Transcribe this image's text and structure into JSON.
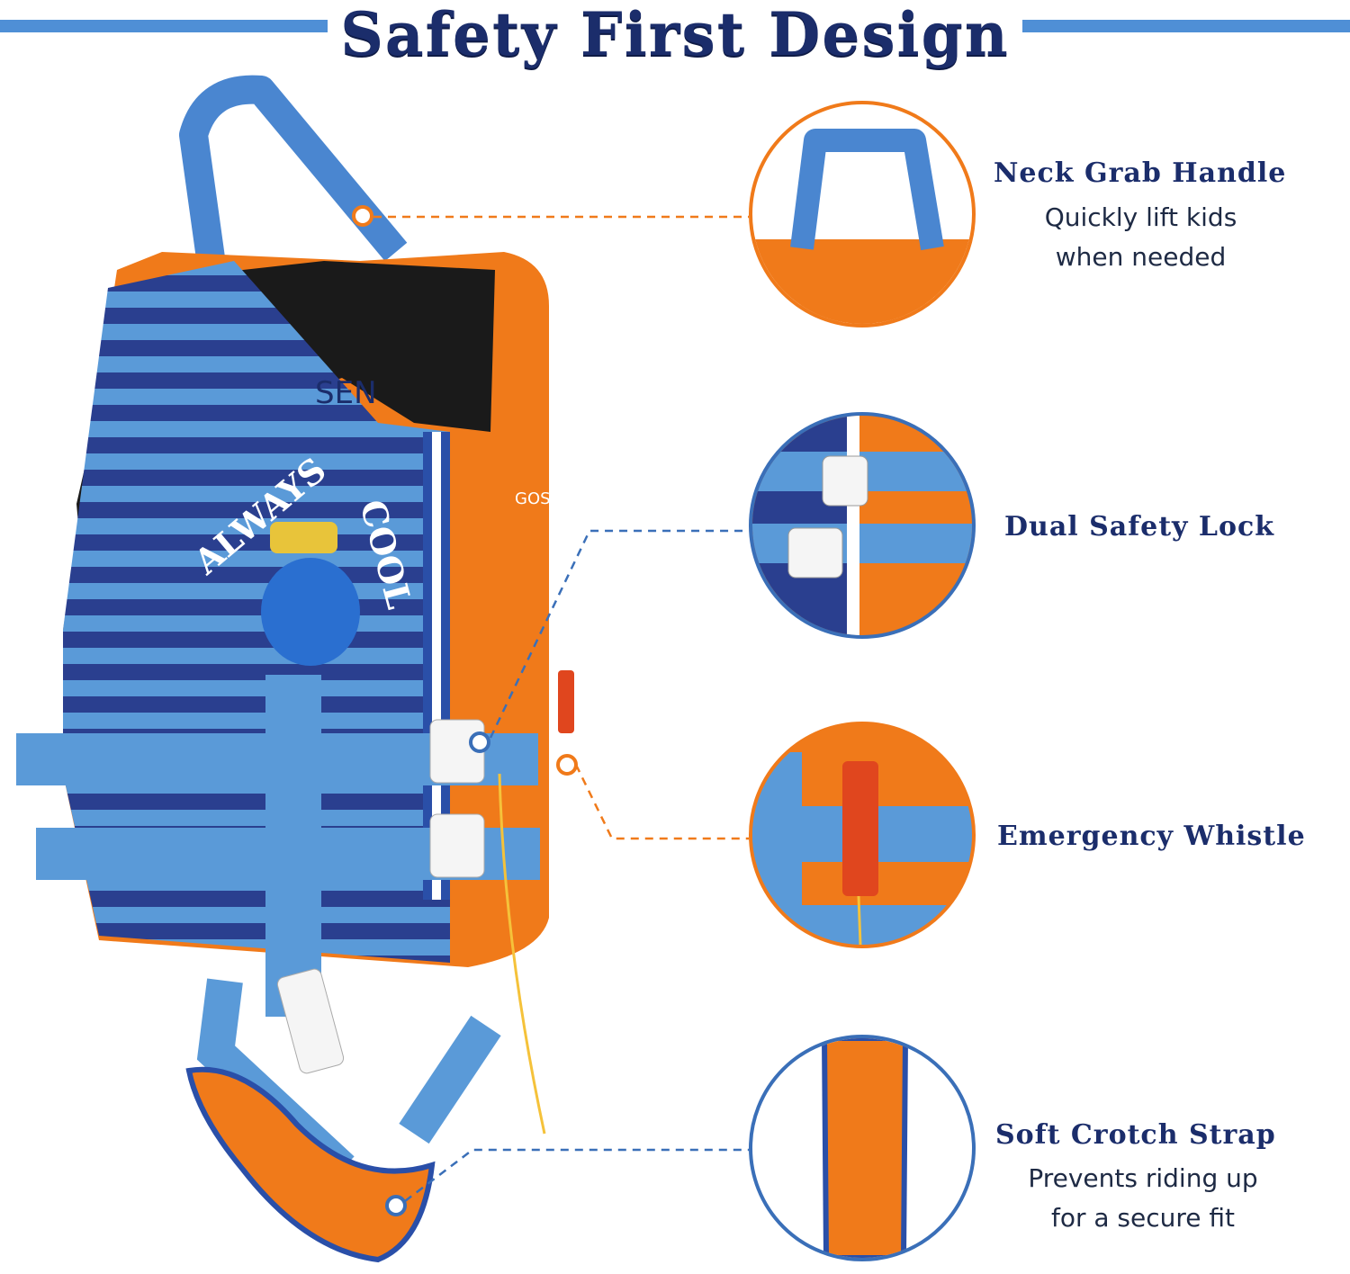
{
  "header": {
    "title": "Safety First Design"
  },
  "features": [
    {
      "title": "Neck Grab Handle",
      "desc_line1": "Quickly lift kids",
      "desc_line2": "when needed",
      "ring_color": "#f07a1a"
    },
    {
      "title": "Dual Safety Lock",
      "ring_color": "#3a6fb8"
    },
    {
      "title": "Emergency Whistle",
      "ring_color": "#f07a1a"
    },
    {
      "title": "Soft Crotch Strap",
      "desc_line1": "Prevents riding up",
      "desc_line2": "for a secure fit",
      "ring_color": "#3a6fb8"
    }
  ],
  "vest": {
    "brand": "GOSEN",
    "brand_partial": "SEN",
    "print_text_1": "ALWAYS",
    "print_text_2": "COOL"
  },
  "colors": {
    "title": "#1b2d6b",
    "accent_blue": "#4f8fd6",
    "accent_orange": "#f07a1a",
    "stripe_dark": "#2a3f8f",
    "stripe_light": "#5a9ad8"
  }
}
